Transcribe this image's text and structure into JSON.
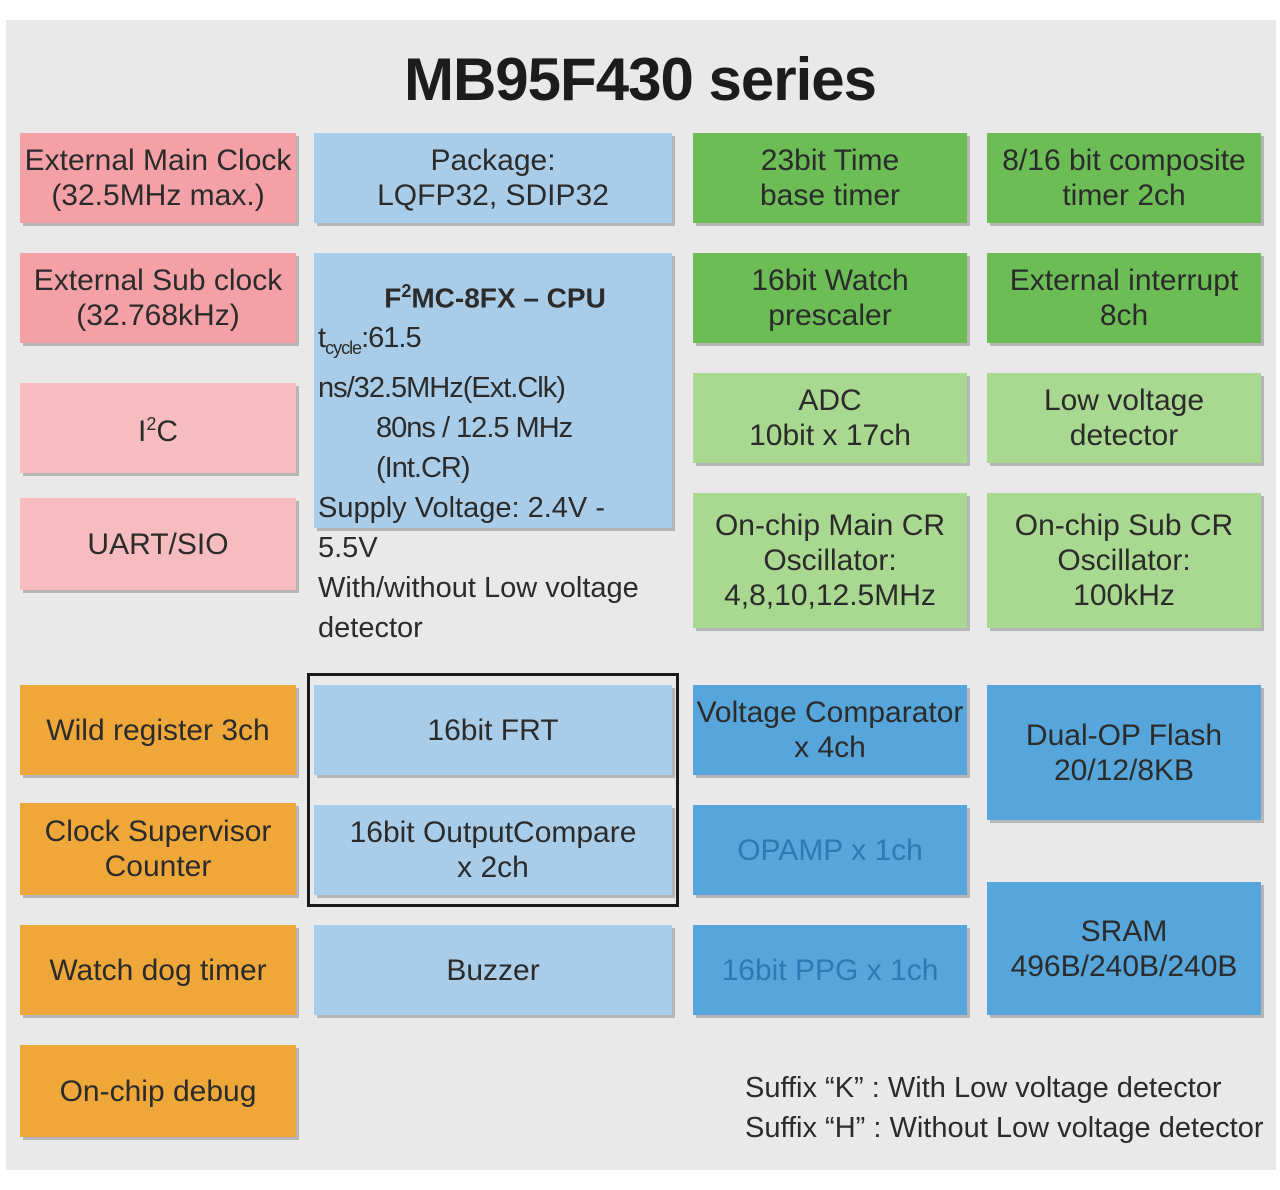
{
  "title": "MB95F430 series",
  "blocks": {
    "ext_main_clock": [
      "External Main Clock",
      "(32.5MHz max.)"
    ],
    "ext_sub_clock": [
      "External Sub clock",
      "(32.768kHz)"
    ],
    "i2c": {
      "base": "I",
      "sup": "2",
      "rest": "C"
    },
    "uart": "UART/SIO",
    "package": [
      "Package:",
      "LQFP32, SDIP32"
    ],
    "cpu": {
      "name_pre": "F",
      "name_sup": "2",
      "name_post": "MC-8FX – CPU",
      "t_pre": "t",
      "t_sub": "cycle",
      "t_post": ":61.5 ns/32.5MHz(Ext.Clk)",
      "line3": "80ns / 12.5 MHz (Int.CR)",
      "line4": "Supply Voltage: 2.4V - 5.5V",
      "line5": "With/without Low voltage",
      "line6": "detector"
    },
    "timebase_timer": [
      "23bit Time",
      "base timer"
    ],
    "composite_timer": [
      "8/16 bit composite",
      "timer 2ch"
    ],
    "watch_prescaler": [
      "16bit Watch",
      "prescaler"
    ],
    "ext_interrupt": [
      "External interrupt",
      "8ch"
    ],
    "adc": [
      "ADC",
      "10bit x 17ch"
    ],
    "lvd": [
      "Low voltage",
      "detector"
    ],
    "main_cr": [
      "On-chip Main CR",
      "Oscillator:",
      "4,8,10,12.5MHz"
    ],
    "sub_cr": [
      "On-chip Sub CR",
      "Oscillator:",
      "100kHz"
    ],
    "wild_register": "Wild register 3ch",
    "clock_supervisor": [
      "Clock Supervisor",
      "Counter"
    ],
    "watchdog": "Watch dog timer",
    "debug": "On-chip debug",
    "frt": "16bit FRT",
    "output_compare": [
      "16bit OutputCompare",
      "x 2ch"
    ],
    "buzzer": "Buzzer",
    "voltage_comparator": [
      "Voltage Comparator",
      "x 4ch"
    ],
    "opamp": "OPAMP x 1ch",
    "ppg": "16bit PPG x 1ch",
    "flash": [
      "Dual-OP Flash",
      "20/12/8KB"
    ],
    "sram": [
      "SRAM",
      "496B/240B/240B"
    ]
  },
  "notes": [
    "Suffix “K” : With Low voltage detector",
    "Suffix “H” : Without Low voltage detector"
  ],
  "colors": {
    "clock_pink": "#f3a1a6",
    "comm_pink": "#f7bcc0",
    "light_blue": "#a9cde9",
    "green_dark": "#6cbd55",
    "green_light": "#a9d891",
    "orange": "#f0a73a",
    "blue": "#56a6db"
  }
}
